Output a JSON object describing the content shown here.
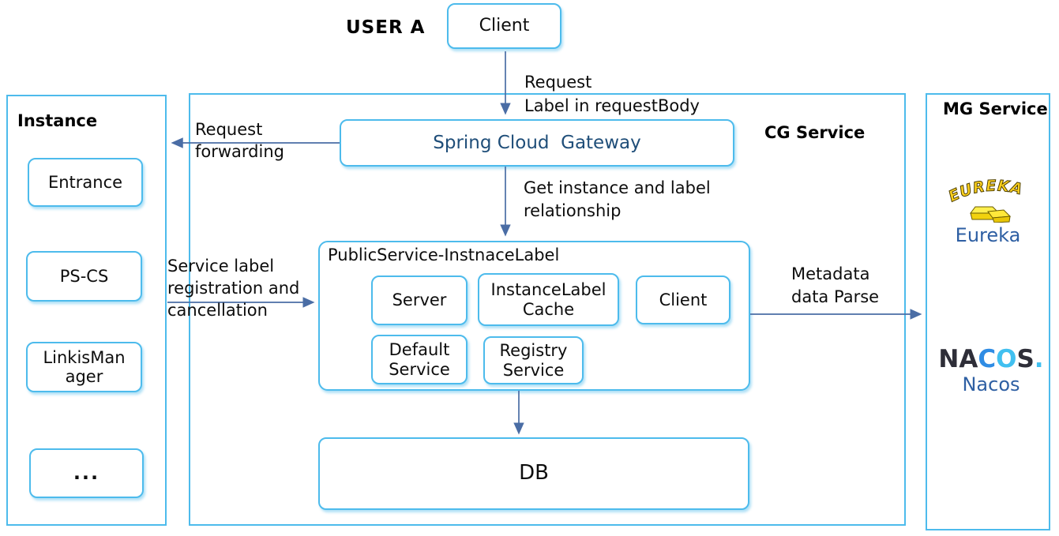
{
  "user": {
    "label": "USER A"
  },
  "client_box": {
    "label": "Client"
  },
  "instance_panel": {
    "title": "Instance",
    "boxes": [
      {
        "label": "Entrance"
      },
      {
        "label": "PS-CS"
      },
      {
        "label": "LinkisManager"
      },
      {
        "label": "..."
      }
    ]
  },
  "cg_panel": {
    "title": "CG Service",
    "gateway": {
      "label": "Spring Cloud  Gateway"
    },
    "public_service": {
      "title": "PublicService-InstnaceLabel",
      "boxes": [
        {
          "label": "Server"
        },
        {
          "label": "InstanceLabel Cache"
        },
        {
          "label": "Client"
        },
        {
          "label": "Default Service"
        },
        {
          "label": "Registry Service"
        }
      ]
    },
    "db": {
      "label": "DB"
    }
  },
  "mg_panel": {
    "title": "MG Service",
    "eureka": {
      "logo_text": "EUREKA",
      "label": "Eureka"
    },
    "nacos": {
      "logo_parts": {
        "p1": "NA",
        "p2": "C",
        "p3": "O",
        "p4": "S",
        "p5": "."
      },
      "label": "Nacos"
    }
  },
  "edge_labels": {
    "request_body": "Request\nLabel in requestBody",
    "request_forwarding": "Request\nforwarding",
    "get_instance": "Get instance and label\nrelationship",
    "service_label": "Service label\n registration and\ncancellation",
    "metadata": "Metadata\ndata Parse"
  },
  "colors": {
    "box_border": "#4dbbec",
    "arrow": "#4a6da5",
    "gateway_text": "#1f4e79",
    "logo_label_blue": "#2e5fa3",
    "eureka_gold": "#ffd21e"
  }
}
